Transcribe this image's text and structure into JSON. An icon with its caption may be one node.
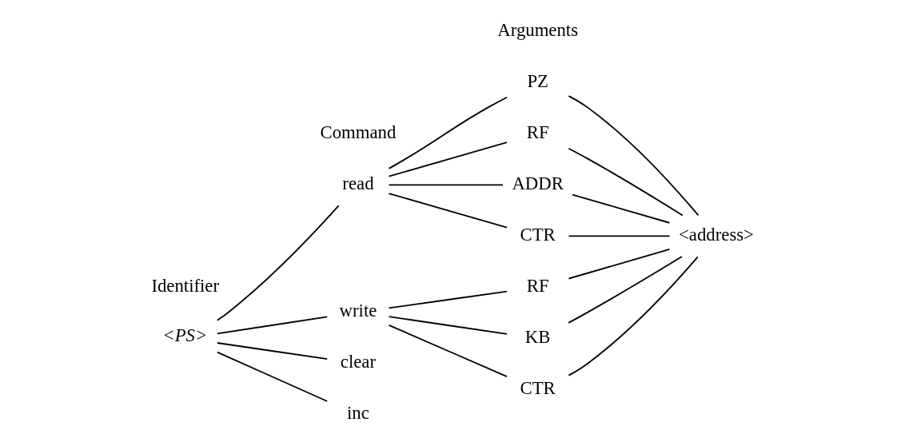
{
  "diagram": {
    "nodes": [
      {
        "text": [
          "<PS>"
        ]
      },
      {
        "text": [
          "read"
        ]
      },
      {
        "text": [
          "write"
        ]
      },
      {
        "text": [
          "clear"
        ]
      },
      {
        "text": [
          "inc"
        ]
      },
      {
        "text": [
          "PZ"
        ]
      },
      {
        "text": [
          "RF"
        ]
      },
      {
        "text": [
          "ADDR"
        ]
      },
      {
        "text": [
          "CTR"
        ]
      },
      {
        "text": [
          "RF"
        ]
      },
      {
        "text": [
          "KB"
        ]
      },
      {
        "text": [
          "CTR"
        ]
      },
      {
        "text": [
          "<address>"
        ]
      }
    ],
    "edges": [
      {
        "from": 0,
        "to": 1,
        "arrow": "none"
      },
      {
        "from": 0,
        "to": 2,
        "arrow": "none"
      },
      {
        "from": 0,
        "to": 3,
        "arrow": "none"
      },
      {
        "from": 0,
        "to": 4,
        "arrow": "none"
      },
      {
        "from": 1,
        "to": 5,
        "arrow": "none"
      },
      {
        "from": 1,
        "to": 6,
        "arrow": "none"
      },
      {
        "from": 1,
        "to": 7,
        "arrow": "none"
      },
      {
        "from": 1,
        "to": 8,
        "arrow": "none"
      },
      {
        "from": 2,
        "to": 9,
        "arrow": "none"
      },
      {
        "from": 2,
        "to": 10,
        "arrow": "none"
      },
      {
        "from": 2,
        "to": 11,
        "arrow": "none"
      },
      {
        "from": 5,
        "to": 12,
        "arrow": "none"
      },
      {
        "from": 6,
        "to": 12,
        "arrow": "none"
      },
      {
        "from": 7,
        "to": 12,
        "arrow": "none"
      },
      {
        "from": 8,
        "to": 12,
        "arrow": "none"
      },
      {
        "from": 9,
        "to": 12,
        "arrow": "none"
      },
      {
        "from": 10,
        "to": 12,
        "arrow": "none"
      },
      {
        "from": 11,
        "to": 12,
        "arrow": "none"
      }
    ],
    "labels": [
      "Identifier",
      "Command",
      "Arguments"
    ]
  }
}
